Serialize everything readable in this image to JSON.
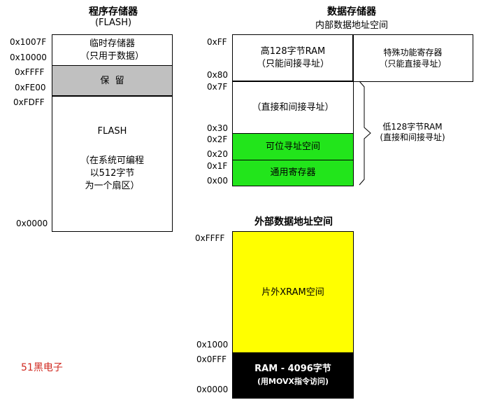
{
  "program_memory": {
    "title": "程序存储器",
    "subtitle": "(FLASH)",
    "scratchpad": {
      "line1": "临时存储器",
      "line2": "（只用于数据）"
    },
    "reserved": "保  留",
    "flash": {
      "name": "FLASH",
      "line1": "（在系统可编程",
      "line2": "以512字节",
      "line3": "为一个扇区）"
    },
    "addresses": [
      "0x1007F",
      "0x10000",
      "0xFFFF",
      "0xFE00",
      "0xFDFF",
      "0x0000"
    ],
    "colors": {
      "reserved": "#c0c0c0"
    }
  },
  "data_memory": {
    "title": "数据存储器",
    "subtitle": "内部数据地址空间",
    "upper_ram": {
      "line1": "高128字节RAM",
      "line2": "（只能间接寻址）"
    },
    "sfr": {
      "line1": "特殊功能寄存器",
      "line2": "（只能直接寻址）"
    },
    "direct_indirect": "（直接和间接寻址）",
    "bit_addressable": "可位寻址空间",
    "general_registers": "通用寄存器",
    "lower_ram_note": {
      "line1": "低128字节RAM",
      "line2": "(直接和间接寻址)"
    },
    "addresses": [
      "0xFF",
      "0x80",
      "0x7F",
      "0x30",
      "0x2F",
      "0x20",
      "0x1F",
      "0x00"
    ],
    "colors": {
      "green": "#22e51b"
    }
  },
  "external_memory": {
    "title": "外部数据地址空间",
    "xram": "片外XRAM空间",
    "ram": {
      "line1": "RAM - 4096字节",
      "line2": "(用MOVX指令访问)"
    },
    "addresses": [
      "0xFFFF",
      "0x1000",
      "0x0FFF",
      "0x0000"
    ],
    "colors": {
      "xram": "#ffff00",
      "ram": "#000000"
    }
  },
  "watermark": "51黑电子"
}
